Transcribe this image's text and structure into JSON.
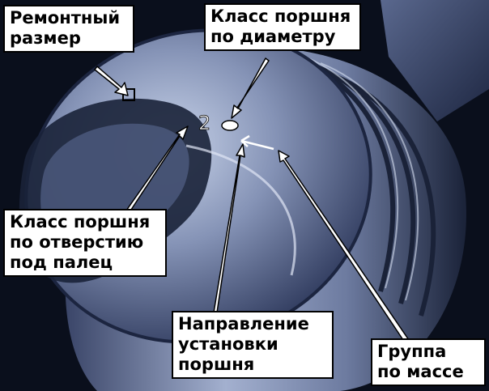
{
  "labels": {
    "repair_size": [
      "Ремонтный",
      "размер"
    ],
    "diameter_class": [
      "Класс поршня",
      "по диаметру"
    ],
    "pin_hole_class": [
      "Класс поршня",
      "по отверстию",
      "под палец"
    ],
    "install_direction": [
      "Направление",
      "установки",
      "поршня"
    ],
    "mass_group": [
      "Группа",
      "по массе"
    ]
  },
  "markings": {
    "class_digit": "2"
  },
  "colors": {
    "label_bg": "#ffffff",
    "label_border": "#000000",
    "metal_light": "#b9c6df",
    "metal_mid": "#6f7fa3",
    "metal_dark": "#1c2540",
    "background": "#0a0f1c"
  }
}
